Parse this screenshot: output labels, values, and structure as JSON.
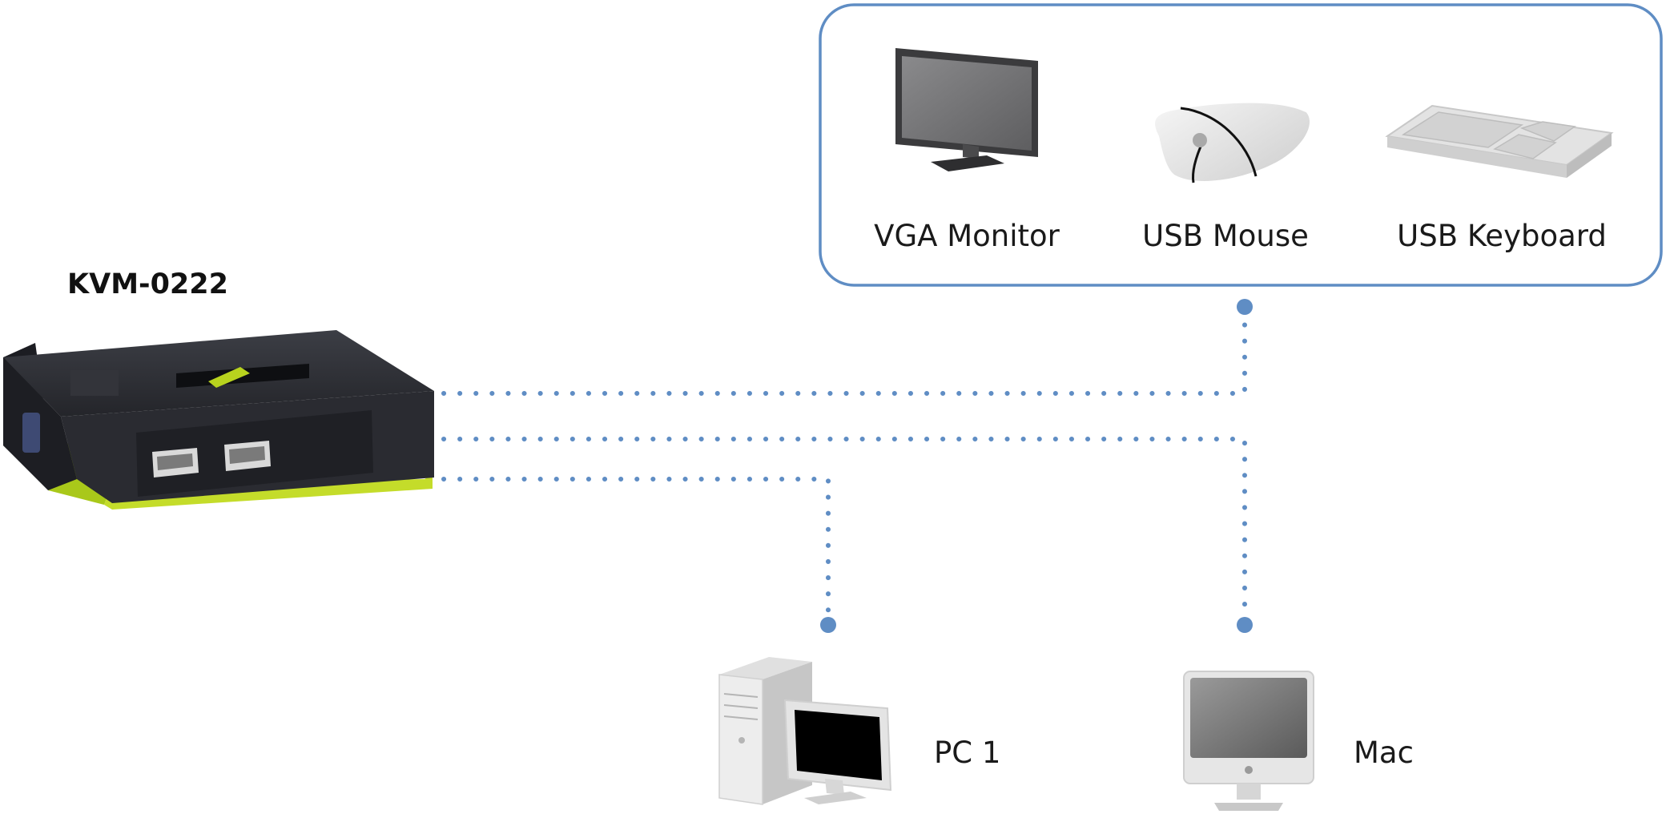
{
  "device": {
    "name": "KVM-0222",
    "icon": "kvm-switch-icon"
  },
  "peripherals": [
    {
      "label": "VGA Monitor",
      "icon": "monitor-icon"
    },
    {
      "label": "USB Mouse",
      "icon": "mouse-icon"
    },
    {
      "label": "USB Keyboard",
      "icon": "keyboard-icon"
    }
  ],
  "computers": [
    {
      "label": "PC 1",
      "icon": "pc-icon"
    },
    {
      "label": "Mac",
      "icon": "mac-icon"
    }
  ],
  "colors": {
    "link": "#5f8dc4",
    "panel_border": "#5f8dc4",
    "accent": "#b8d31e",
    "device_body": "#23242a"
  }
}
